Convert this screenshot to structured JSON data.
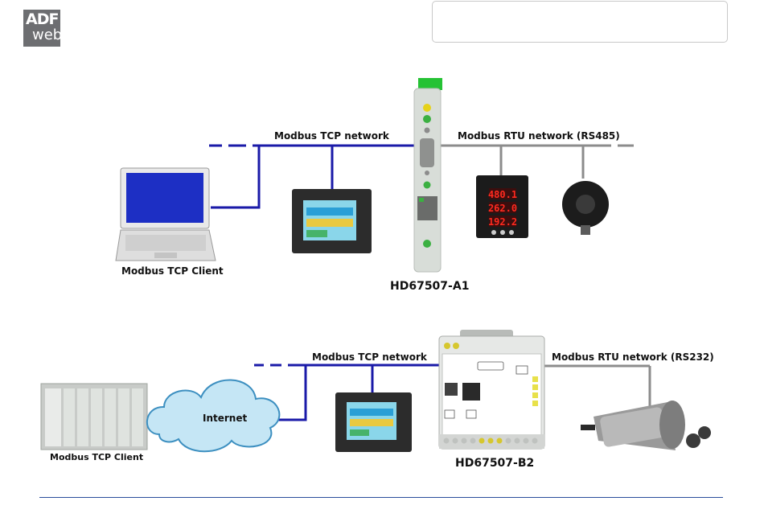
{
  "logo": {
    "line1": "ADF",
    "line2": "web"
  },
  "diagram1": {
    "tcp_network_label": "Modbus TCP network",
    "rtu_network_label": "Modbus RTU network (RS485)",
    "client_label": "Modbus TCP Client",
    "device_label": "HD67507-A1",
    "meter_readings": [
      "480.1",
      "262.0",
      "192.2"
    ]
  },
  "diagram2": {
    "tcp_network_label": "Modbus TCP network",
    "rtu_network_label": "Modbus RTU network (RS232)",
    "client_label": "Modbus TCP Client",
    "cloud_label": "Internet",
    "device_label": "HD67507-B2"
  },
  "colors": {
    "tcp_line": "#1a1aa8",
    "rtu_line": "#8c8c8c",
    "rule": "#2a4d9b"
  }
}
